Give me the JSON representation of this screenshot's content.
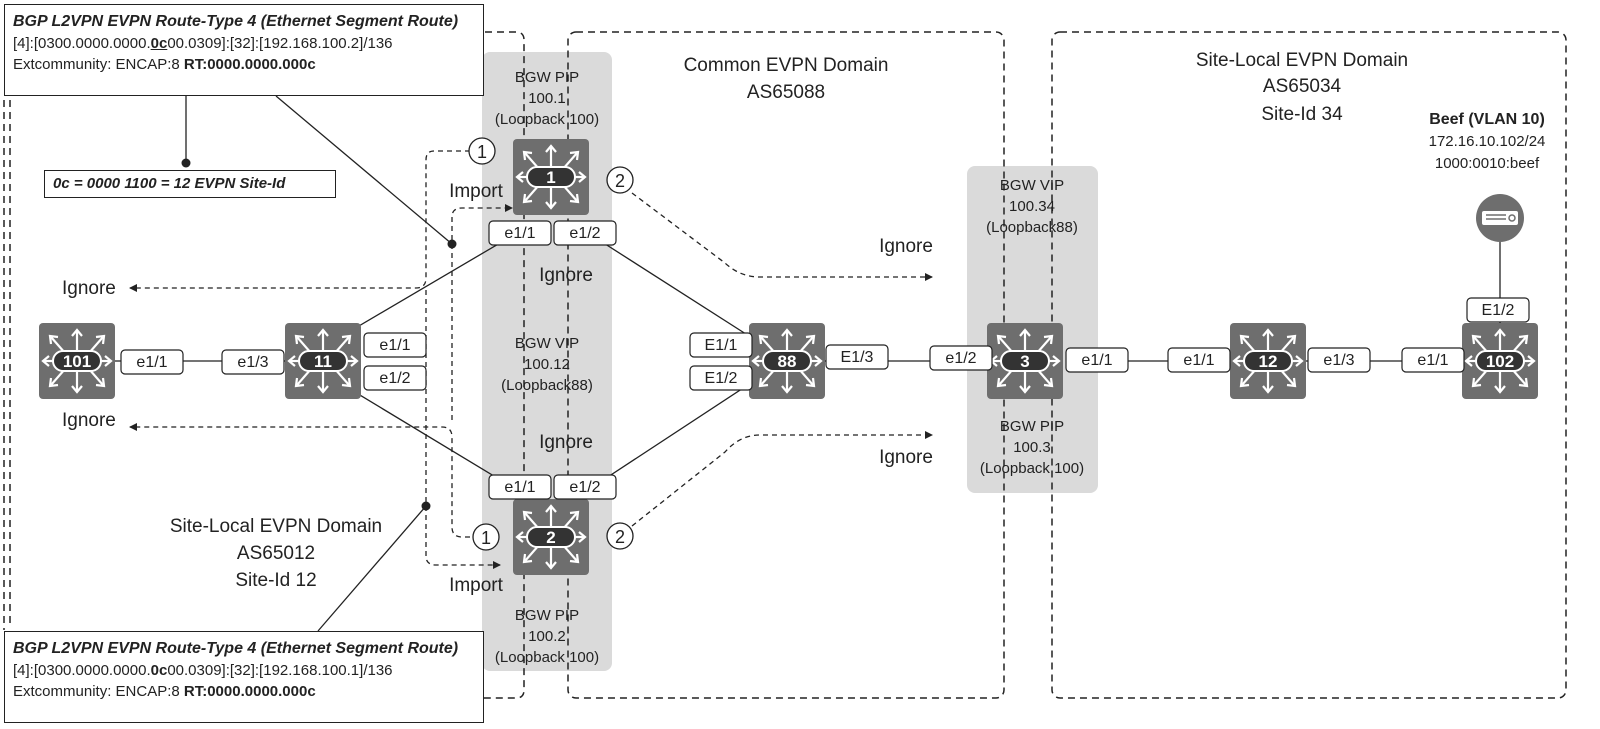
{
  "domains": {
    "common": {
      "name": "Common EVPN Domain",
      "as": "AS65088"
    },
    "site_left": {
      "name": "Site-Local EVPN Domain",
      "as": "AS65012",
      "site_id": "Site-Id 12"
    },
    "site_right": {
      "name": "Site-Local EVPN Domain",
      "as": "AS65034",
      "site_id": "Site-Id 34"
    }
  },
  "gateways": {
    "bgw1_pip": [
      "BGW PIP",
      "100.1",
      "(Loopback 100)"
    ],
    "bgw12_vip": [
      "BGW VIP",
      "100.12",
      "(Loopback88)"
    ],
    "bgw2_pip": [
      "BGW PIP",
      "100.2",
      "(Loopback 100)"
    ],
    "bgw34_vip": [
      "BGW VIP",
      "100.34",
      "(Loopback88)"
    ],
    "bgw3_pip": [
      "BGW PIP",
      "100.3",
      "(Loopback 100)"
    ]
  },
  "switches": {
    "s101": "101",
    "s11": "11",
    "s1": "1",
    "s2": "2",
    "s88": "88",
    "s3": "3",
    "s12": "12",
    "s102": "102"
  },
  "ports": {
    "p101_e11": "e1/1",
    "p11_e13": "e1/3",
    "p11_e11": "e1/1",
    "p11_e12": "e1/2",
    "p1_e11": "e1/1",
    "p1_e12": "e1/2",
    "p2_e11": "e1/1",
    "p2_e12": "e1/2",
    "p88_e11": "E1/1",
    "p88_e12": "E1/2",
    "p88_e13": "E1/3",
    "p3_e12": "e1/2",
    "p3_e11": "e1/1",
    "p12_e11": "e1/1",
    "p12_e13": "e1/3",
    "p102_e11": "e1/1",
    "p102_e12": "E1/2"
  },
  "host": {
    "name": "Beef (VLAN 10)",
    "ip": "172.16.10.102/24",
    "mac": "1000:0010:beef"
  },
  "flow": {
    "import": "Import",
    "ignore": "Ignore",
    "step1": "1",
    "step2": "2"
  },
  "notes": {
    "top": {
      "title": "BGP L2VPN EVPN Route-Type 4 (Ethernet Segment Route)",
      "nlri_pre": "[4]:[0300.0000.0000.",
      "nlri_hi": "0c",
      "nlri_post": "00.0309]:[32]:[192.168.100.2]/136",
      "ext_pre": "Extcommunity: ENCAP:8 ",
      "ext_rt": "RT:0000.0000.000c"
    },
    "bottom": {
      "title": "BGP L2VPN EVPN Route-Type 4 (Ethernet Segment Route)",
      "nlri_pre": "[4]:[0300.0000.0000.",
      "nlri_hi": "0c",
      "nlri_post": "00.0309]:[32]:[192.168.100.1]/136",
      "ext_pre": "Extcommunity: ENCAP:8 ",
      "ext_rt": "RT:0000.0000.000c"
    },
    "siteid": "0c = 0000 1100 = 12 EVPN Site-Id"
  },
  "colors": {
    "switch": "#6e6e6e",
    "gw_band": "#dadada",
    "line": "#222222"
  }
}
